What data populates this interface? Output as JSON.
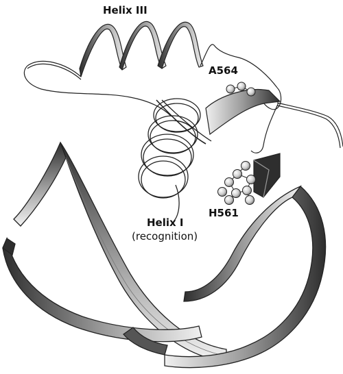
{
  "labels": {
    "helix_iii": "Helix III",
    "a564": "A564",
    "h561": "H561",
    "helix_i_line1": "Helix I",
    "helix_i_line2": "(recognition)"
  },
  "colors": {
    "ribbon_dark": "#3a3a3a",
    "ribbon_mid": "#8a8a8a",
    "ribbon_light": "#e8e8e8",
    "outline": "#222222",
    "background": "#ffffff"
  }
}
